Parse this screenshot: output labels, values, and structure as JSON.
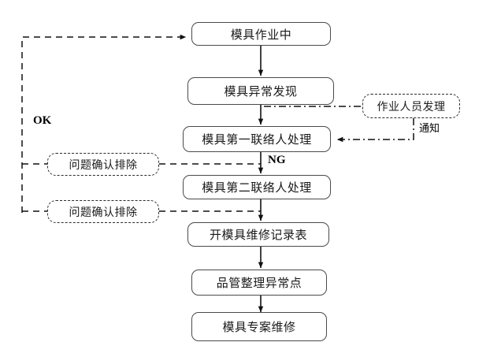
{
  "diagram": {
    "title_text": "",
    "colors": {
      "background": "#ffffff",
      "box_fill": "#ffffff",
      "box_border": "#4a4a4a",
      "dashed_border": "#2b2b2b",
      "text": "#1a1a1a",
      "connector": "#111111"
    },
    "nodes": [
      {
        "id": "mold-operating",
        "label": "模具作业中",
        "style": "solid"
      },
      {
        "id": "mold-abnormality",
        "label": "模具异常发现",
        "style": "solid"
      },
      {
        "id": "first-contact",
        "label": "模具第一联络人处理",
        "style": "solid"
      },
      {
        "id": "second-contact",
        "label": "模具第二联络人处理",
        "style": "solid"
      },
      {
        "id": "repair-record",
        "label": "开模具维修记录表",
        "style": "solid"
      },
      {
        "id": "quality-summary",
        "label": "品管整理异常点",
        "style": "solid"
      },
      {
        "id": "special-repair",
        "label": "模具专案维修",
        "style": "solid"
      },
      {
        "id": "operator-handling",
        "label": "作业人员发理",
        "style": "dashed"
      },
      {
        "id": "problem-confirm-one",
        "label": "问题确认排除",
        "style": "dashed"
      },
      {
        "id": "problem-confirm-two",
        "label": "问题确认排除",
        "style": "dashed"
      }
    ],
    "labels": {
      "ok": "OK",
      "ng": "NG",
      "notify": "通知"
    }
  }
}
